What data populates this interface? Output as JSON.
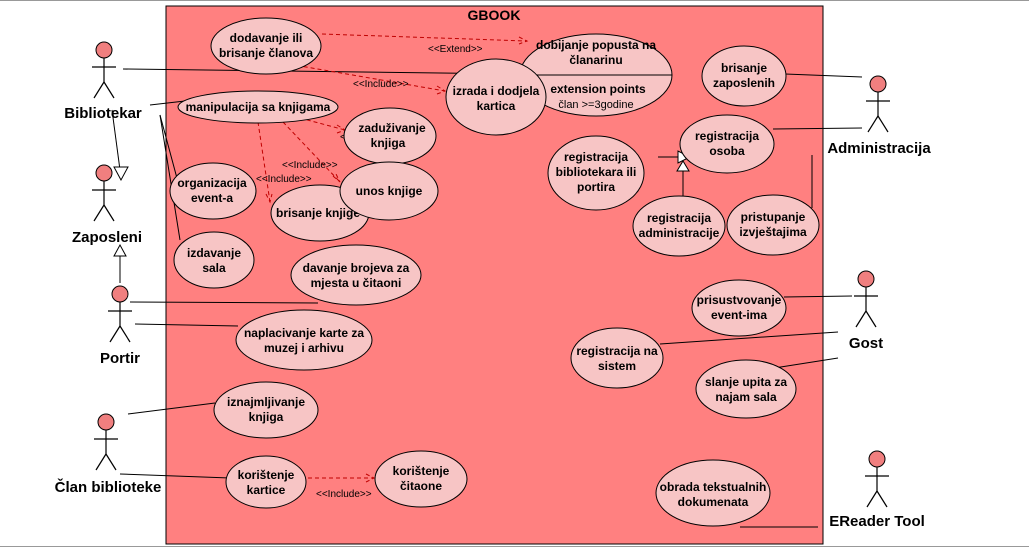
{
  "system": {
    "title": "GBOOK",
    "fill_color": "#ff8080",
    "usecase_color": "#f7c5c5"
  },
  "actors": {
    "bibliotekar": "Bibliotekar",
    "zaposleni": "Zaposleni",
    "portir": "Portir",
    "clan": "Član biblioteke",
    "administracija": "Administracija",
    "gost": "Gost",
    "ereader": "EReader Tool"
  },
  "usecases": {
    "dodavanje": [
      "dodavanje ili",
      "brisanje članova"
    ],
    "popust": [
      "dobijanje popusta na",
      "članarinu"
    ],
    "popust_ext_title": "extension points",
    "popust_ext_point": "član >=3godine",
    "izrada": [
      "izrada i dodjela",
      "kartica"
    ],
    "manipulacija": [
      "manipulacija sa knjigama"
    ],
    "zaduzivanje": [
      "zaduživanje",
      "knjiga"
    ],
    "unos": [
      "unos knjige"
    ],
    "brisanje_knjige": [
      "brisanje knjige"
    ],
    "organizacija": [
      "organizacija",
      "event-a"
    ],
    "izdavanje": [
      "izdavanje",
      "sala"
    ],
    "davanje": [
      "davanje brojeva za",
      "mjesta u čitaoni"
    ],
    "naplacivanje": [
      "naplacivanje karte za",
      "muzej i arhivu"
    ],
    "iznajmljivanje": [
      "iznajmljivanje",
      "knjiga"
    ],
    "koristenje_kartice": [
      "korištenje",
      "kartice"
    ],
    "koristenje_citaone": [
      "korištenje",
      "čitaone"
    ],
    "brisanje_zaposlenih": [
      "brisanje",
      "zaposlenih"
    ],
    "registracija_osoba": [
      "registracija",
      "osoba"
    ],
    "registracija_bibliotekara": [
      "registracija",
      "bibliotekara ili",
      "portira"
    ],
    "registracija_administracije": [
      "registracija",
      "administracije"
    ],
    "pristupanje": [
      "pristupanje",
      "izvještajima"
    ],
    "prisustvovanje": [
      "prisustvovanje",
      "event-ima"
    ],
    "registracija_na_sistem": [
      "registracija na",
      "sistem"
    ],
    "slanje_upita": [
      "slanje upita za",
      "najam sala"
    ],
    "obrada": [
      "obrada tekstualnih",
      "dokumenata"
    ]
  },
  "relations": {
    "extend": "<<Extend>>",
    "include": "<<Include>>"
  }
}
